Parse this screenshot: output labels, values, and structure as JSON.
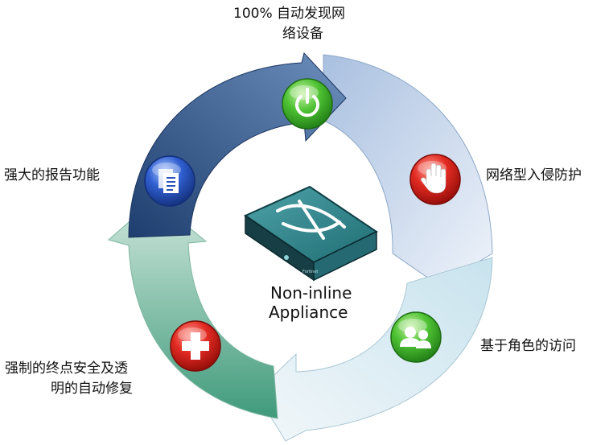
{
  "diagram": {
    "center": {
      "line1": "Non-inline",
      "line2": "Appliance"
    },
    "features": {
      "discovery": {
        "line1": "100% 自动发现网",
        "line2": "络设备",
        "icon": "power-icon",
        "color": "#3fae2a"
      },
      "ips": {
        "text": "网络型入侵防护",
        "icon": "hand-stop-icon",
        "color": "#d32020"
      },
      "access": {
        "text": "基于角色的访问",
        "icon": "users-icon",
        "color": "#3fae2a"
      },
      "remediation": {
        "line1": "强制的终点安全及透",
        "line2": "明的自动修复",
        "icon": "plus-icon",
        "color": "#d32020"
      },
      "reporting": {
        "text": "强大的报告功能",
        "icon": "document-icon",
        "color": "#2a52b8"
      }
    }
  }
}
